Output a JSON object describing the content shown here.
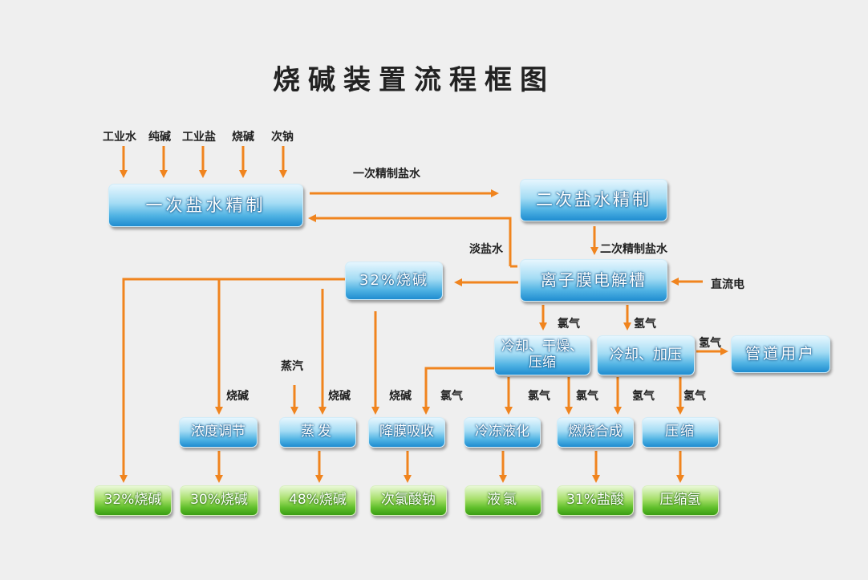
{
  "title": "烧碱装置流程框图",
  "colors": {
    "arrow": "#f0841e",
    "box_blue": "#4fb2e3",
    "box_green": "#5fbe2a",
    "background": "#efefef"
  },
  "inputs": [
    "工业水",
    "纯碱",
    "工业盐",
    "烧碱",
    "次钠"
  ],
  "boxes": {
    "primary_brine": "一次盐水精制",
    "secondary_brine": "二次盐水精制",
    "electrolyzer": "离子膜电解槽",
    "caustic_32": "32%烧碱",
    "cool_dry_compress": "冷却、干燥、压缩",
    "cool_pressurize": "冷却、加压",
    "pipeline_users": "管道用户",
    "concentration": "浓度调节",
    "evaporation": "蒸发",
    "film_absorption": "降膜吸收",
    "freeze_liquefy": "冷冻液化",
    "combustion": "燃烧合成",
    "compression": "压缩"
  },
  "products": {
    "p32": "32%烧碱",
    "p30": "30%烧碱",
    "p48": "48%烧碱",
    "hypochlorite": "次氯酸钠",
    "liquid_chlorine": "液氯",
    "hcl": "31%盐酸",
    "compressed_h2": "压缩氢"
  },
  "flow_labels": {
    "primary_brine_out": "一次精制盐水",
    "secondary_brine_out": "二次精制盐水",
    "dilute_brine": "淡盐水",
    "dc_power": "直流电",
    "chlorine": "氯气",
    "hydrogen": "氢气",
    "caustic": "烧碱",
    "steam": "蒸汽"
  }
}
